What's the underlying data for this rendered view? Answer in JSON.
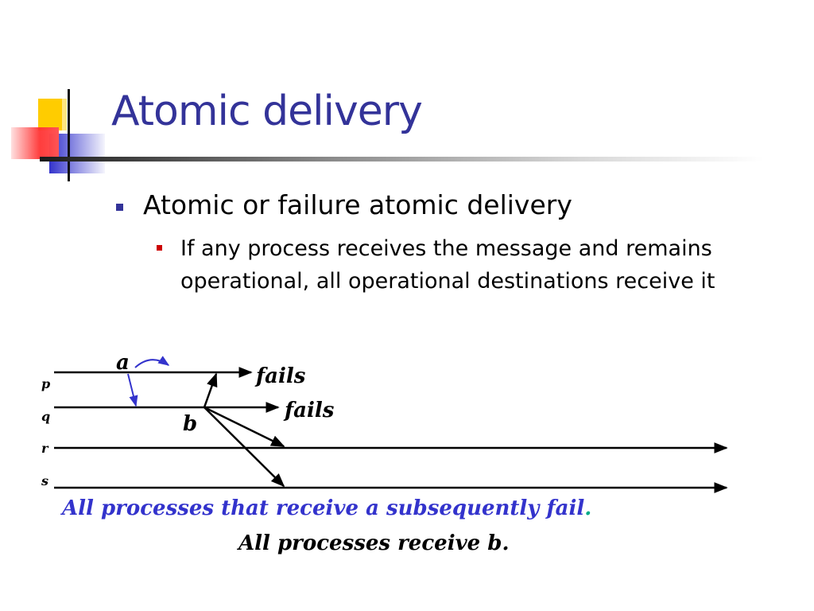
{
  "slide": {
    "title": "Atomic delivery",
    "bullet": "Atomic or failure atomic delivery",
    "sub_bullet": "If any process receives the message and remains operational, all operational destinations receive it"
  },
  "diagram": {
    "processes": [
      "p",
      "q",
      "r",
      "s"
    ],
    "messages": [
      "a",
      "b"
    ],
    "fail_labels": [
      "fails",
      "fails"
    ]
  },
  "captions": {
    "line1": "All processes that receive a subsequently fail",
    "line1_end": ".",
    "line2": "All processes receive b."
  },
  "colors": {
    "title": "#333399",
    "bullet_main": "#333399",
    "bullet_sub": "#cc0000",
    "arrow_a": "#3333cc",
    "caption1": "#3333cc",
    "caption1_dot": "#00aa88"
  }
}
